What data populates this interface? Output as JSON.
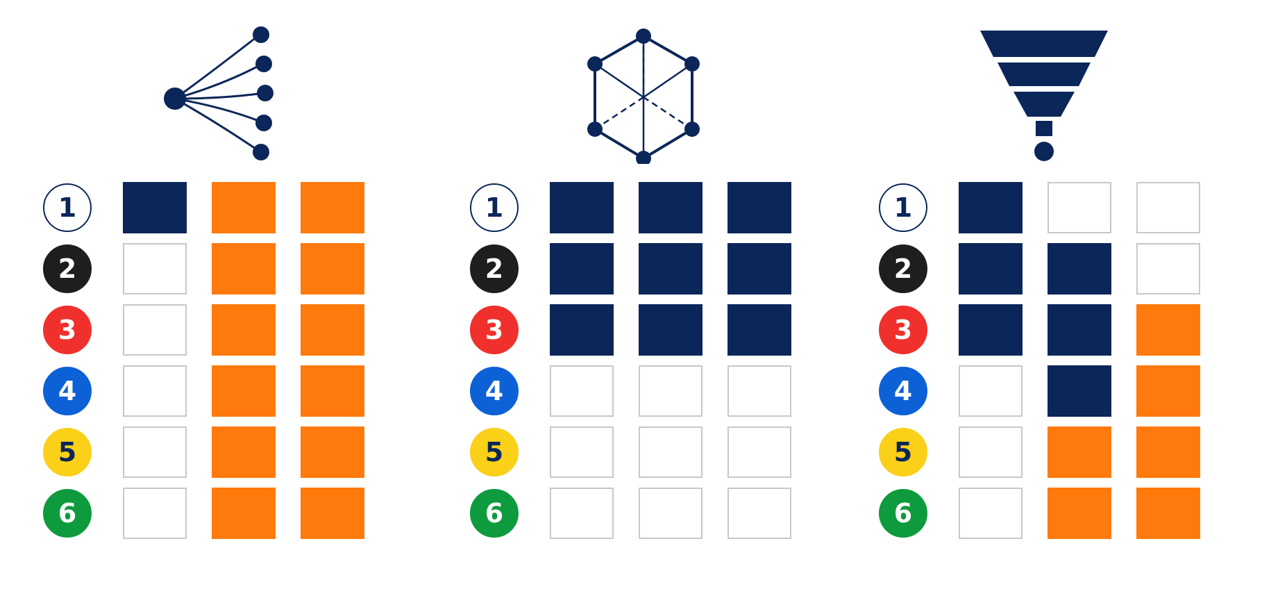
{
  "colors": {
    "navy": "#0b2659",
    "orange": "#ff7a0c",
    "empty": "#ffffff",
    "empty_border": "#c8c8c8"
  },
  "badges": [
    {
      "label": "1",
      "bg": "#ffffff",
      "fg": "#0b2659",
      "border": "#0b2659"
    },
    {
      "label": "2",
      "bg": "#1e1e1e",
      "fg": "#ffffff",
      "border": "#1e1e1e"
    },
    {
      "label": "3",
      "bg": "#f0302c",
      "fg": "#ffffff",
      "border": "#f0302c"
    },
    {
      "label": "4",
      "bg": "#0d61d6",
      "fg": "#ffffff",
      "border": "#0d61d6"
    },
    {
      "label": "5",
      "bg": "#fad018",
      "fg": "#0b2659",
      "border": "#fad018"
    },
    {
      "label": "6",
      "bg": "#0e9b3d",
      "fg": "#ffffff",
      "border": "#0e9b3d"
    }
  ],
  "panels": [
    {
      "icon": "fan-out-network-icon",
      "grid": [
        [
          "navy",
          "orange",
          "orange"
        ],
        [
          "empty",
          "orange",
          "orange"
        ],
        [
          "empty",
          "orange",
          "orange"
        ],
        [
          "empty",
          "orange",
          "orange"
        ],
        [
          "empty",
          "orange",
          "orange"
        ],
        [
          "empty",
          "orange",
          "orange"
        ]
      ]
    },
    {
      "icon": "hexagon-mesh-icon",
      "grid": [
        [
          "navy",
          "navy",
          "navy"
        ],
        [
          "navy",
          "navy",
          "navy"
        ],
        [
          "navy",
          "navy",
          "navy"
        ],
        [
          "empty",
          "empty",
          "empty"
        ],
        [
          "empty",
          "empty",
          "empty"
        ],
        [
          "empty",
          "empty",
          "empty"
        ]
      ]
    },
    {
      "icon": "funnel-icon",
      "grid": [
        [
          "navy",
          "empty",
          "empty"
        ],
        [
          "navy",
          "navy",
          "empty"
        ],
        [
          "navy",
          "navy",
          "orange"
        ],
        [
          "empty",
          "navy",
          "orange"
        ],
        [
          "empty",
          "orange",
          "orange"
        ],
        [
          "empty",
          "orange",
          "orange"
        ]
      ]
    }
  ]
}
